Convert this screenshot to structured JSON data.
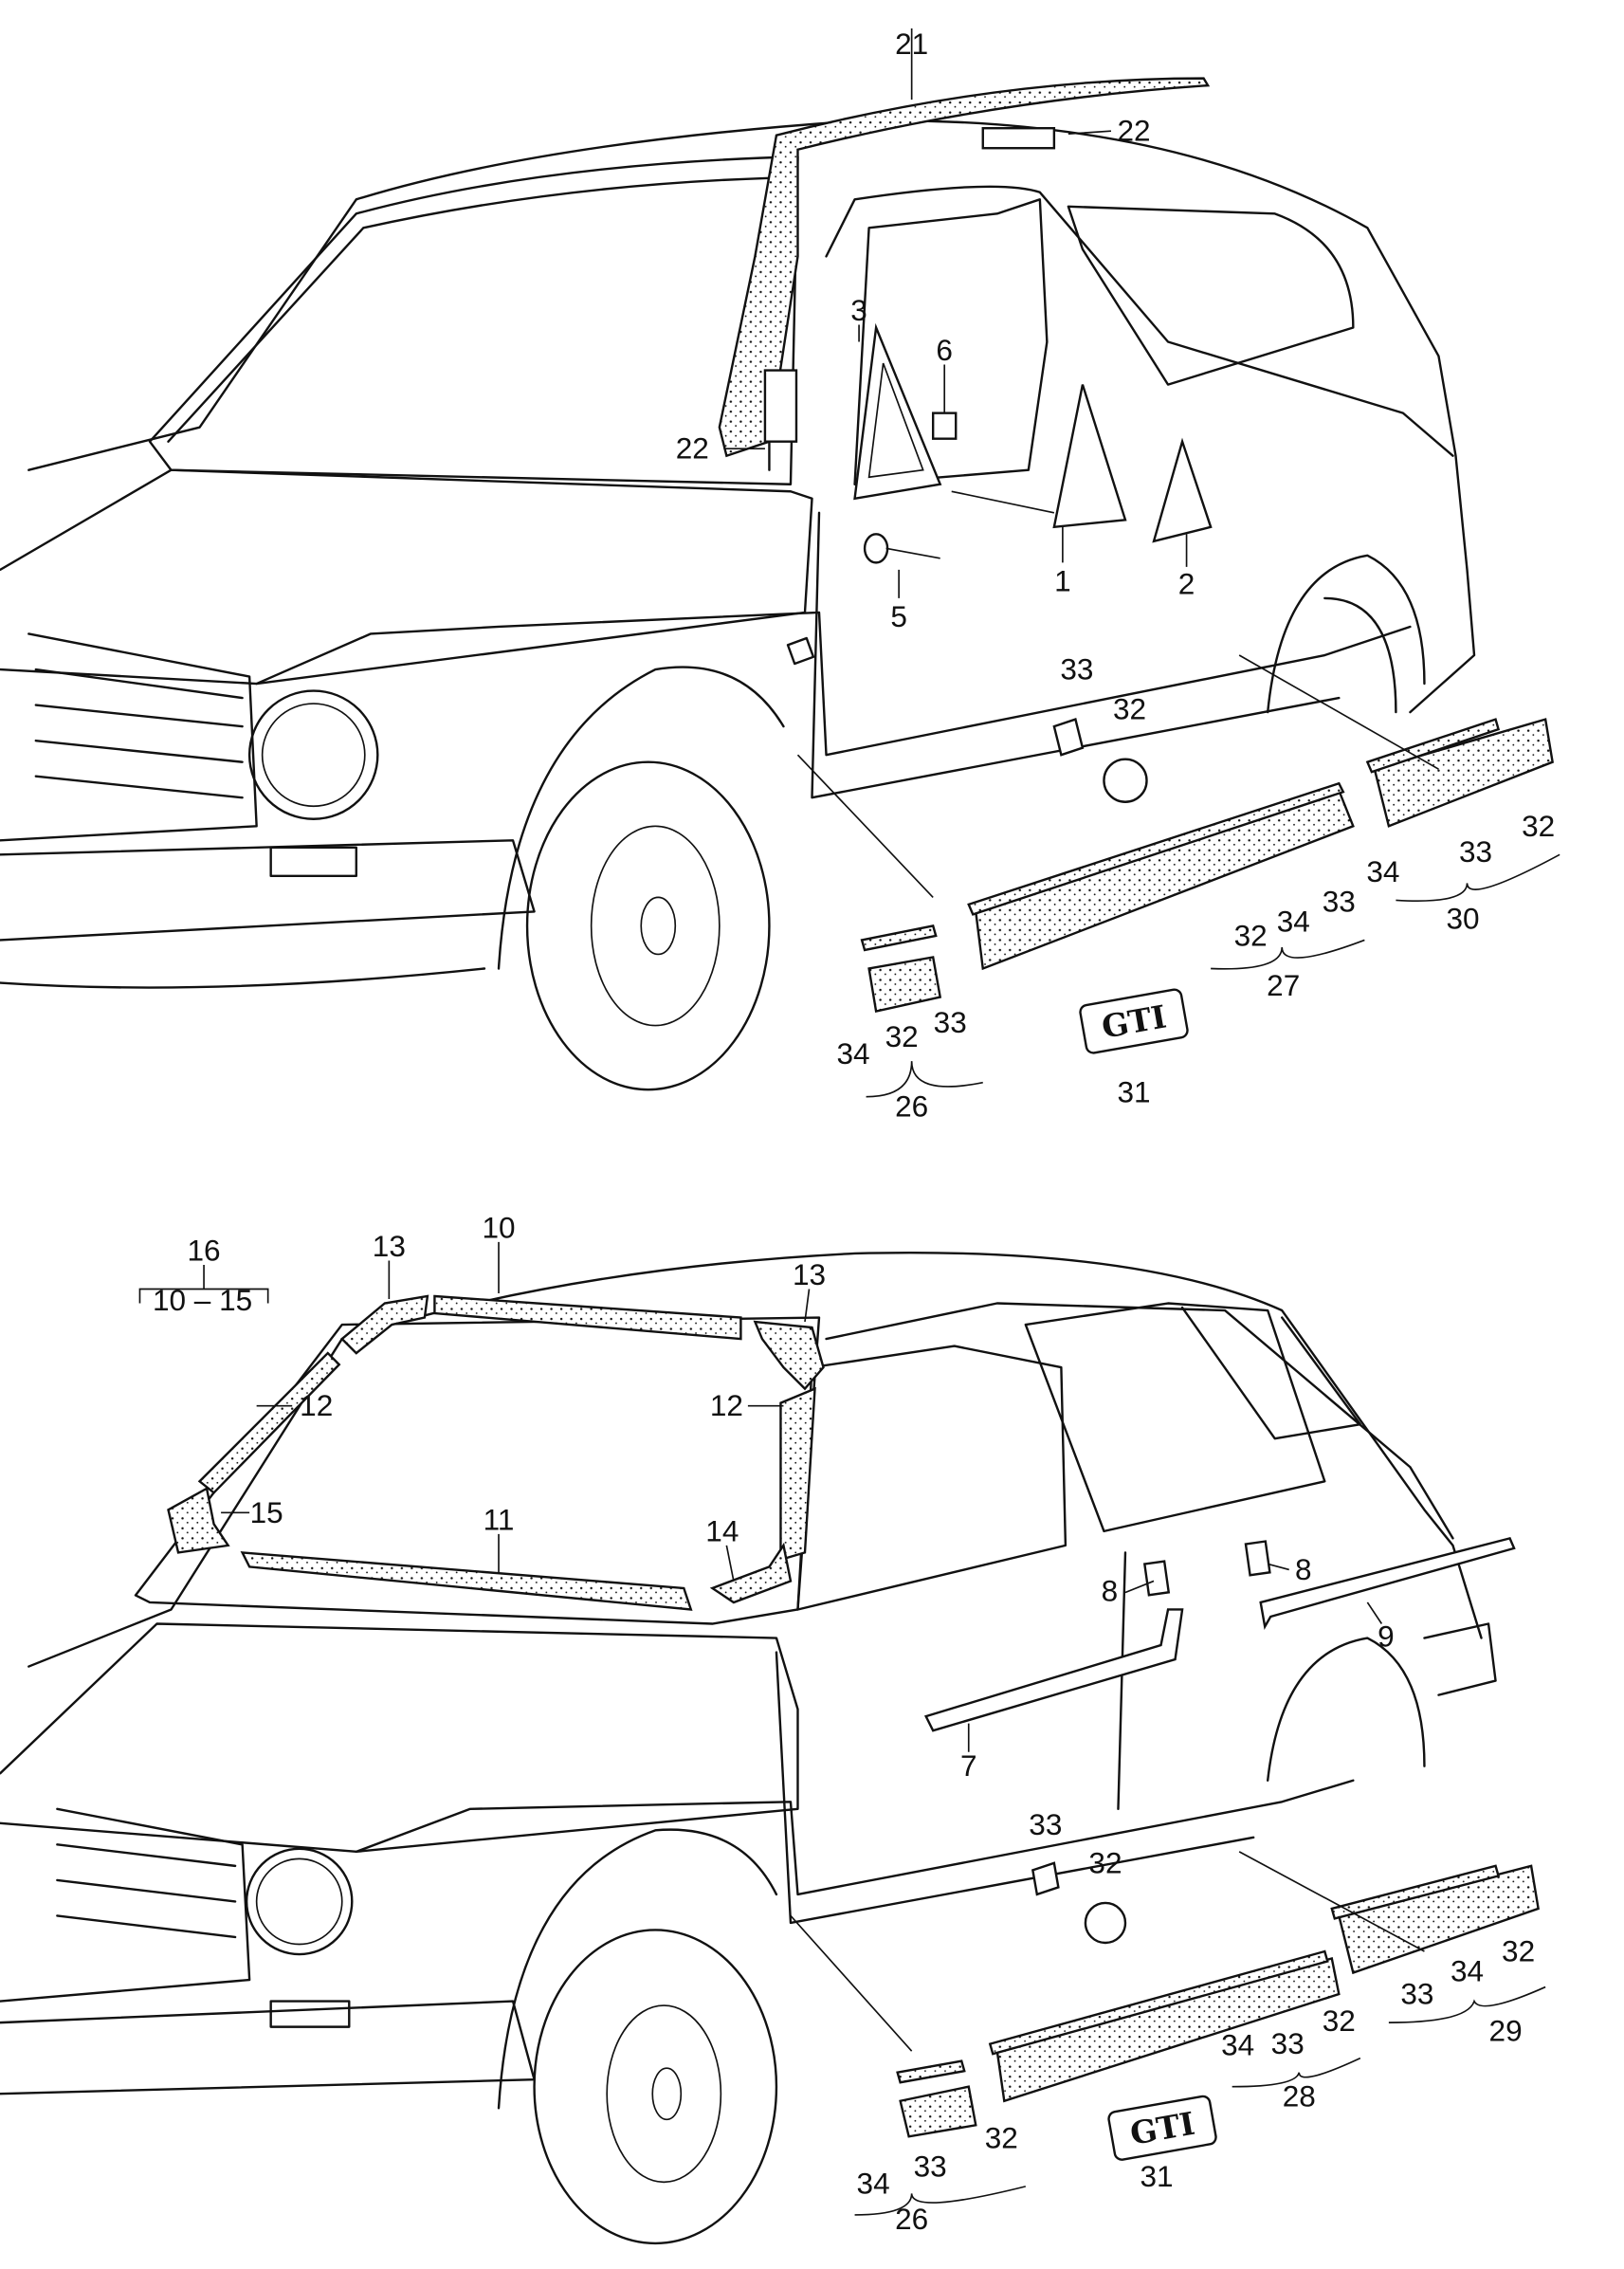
{
  "diagram": {
    "top_view": {
      "labels": [
        "21",
        "22",
        "22",
        "3",
        "6",
        "1",
        "2",
        "5",
        "33",
        "32",
        "34",
        "33",
        "32",
        "30",
        "32",
        "34",
        "33",
        "27",
        "34",
        "32",
        "33",
        "26",
        "31"
      ],
      "badge_text": "GTI"
    },
    "bottom_view": {
      "group_header": "16",
      "group_range": "10 – 15",
      "labels": [
        "13",
        "10",
        "13",
        "12",
        "12",
        "15",
        "11",
        "14",
        "8",
        "8",
        "9",
        "7",
        "33",
        "32",
        "32",
        "33",
        "34",
        "26",
        "31",
        "34",
        "33",
        "32",
        "28",
        "33",
        "34",
        "32",
        "29"
      ],
      "badge_text": "GTI"
    }
  }
}
